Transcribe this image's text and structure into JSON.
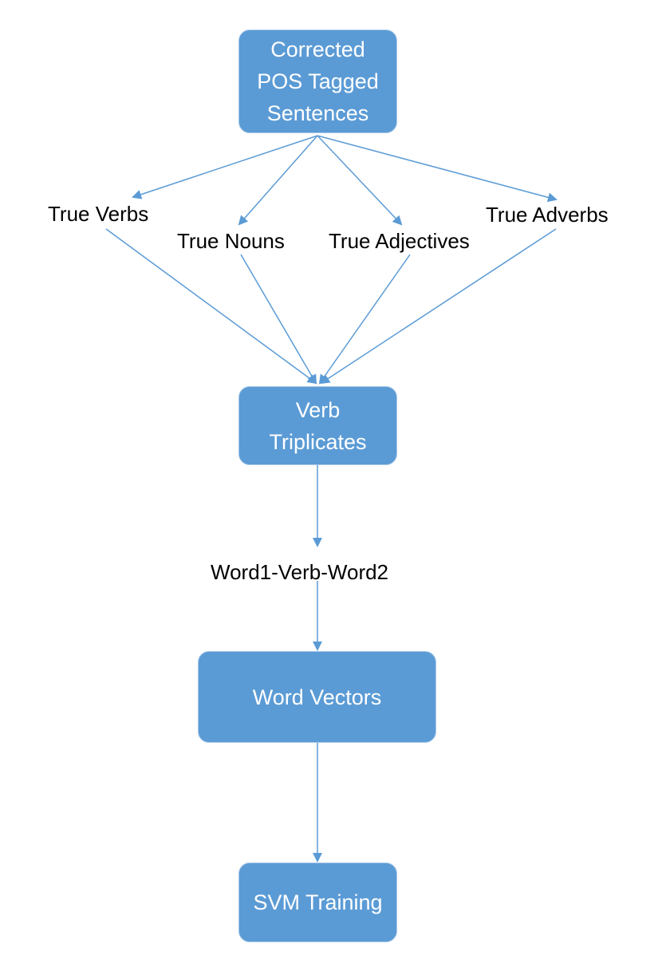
{
  "nodes": {
    "source": {
      "lines": [
        "Corrected",
        "POS Tagged",
        "Sentences"
      ]
    },
    "true_verbs": {
      "text": "True Verbs"
    },
    "true_nouns": {
      "text": "True Nouns"
    },
    "true_adjectives": {
      "text": "True Adjectives"
    },
    "true_adverbs": {
      "text": "True Adverbs"
    },
    "verb_triplicates": {
      "lines": [
        "Verb",
        "Triplicates"
      ]
    },
    "triplet_format": {
      "text": "Word1-Verb-Word2"
    },
    "word_vectors": {
      "text": "Word Vectors"
    },
    "svm_training": {
      "text": "SVM Training"
    }
  },
  "edges": [
    {
      "from": "source",
      "to": "true_verbs"
    },
    {
      "from": "source",
      "to": "true_nouns"
    },
    {
      "from": "source",
      "to": "true_adjectives"
    },
    {
      "from": "source",
      "to": "true_adverbs"
    },
    {
      "from": "true_verbs",
      "to": "verb_triplicates"
    },
    {
      "from": "true_nouns",
      "to": "verb_triplicates"
    },
    {
      "from": "true_adjectives",
      "to": "verb_triplicates"
    },
    {
      "from": "true_adverbs",
      "to": "verb_triplicates"
    },
    {
      "from": "verb_triplicates",
      "to": "triplet_format"
    },
    {
      "from": "triplet_format",
      "to": "word_vectors"
    },
    {
      "from": "word_vectors",
      "to": "svm_training"
    }
  ],
  "colors": {
    "node_fill": "#5b9bd5",
    "node_border": "#a9c8e8",
    "edge": "#5b9bd5",
    "node_text": "#ffffff",
    "label_text": "#000000"
  }
}
